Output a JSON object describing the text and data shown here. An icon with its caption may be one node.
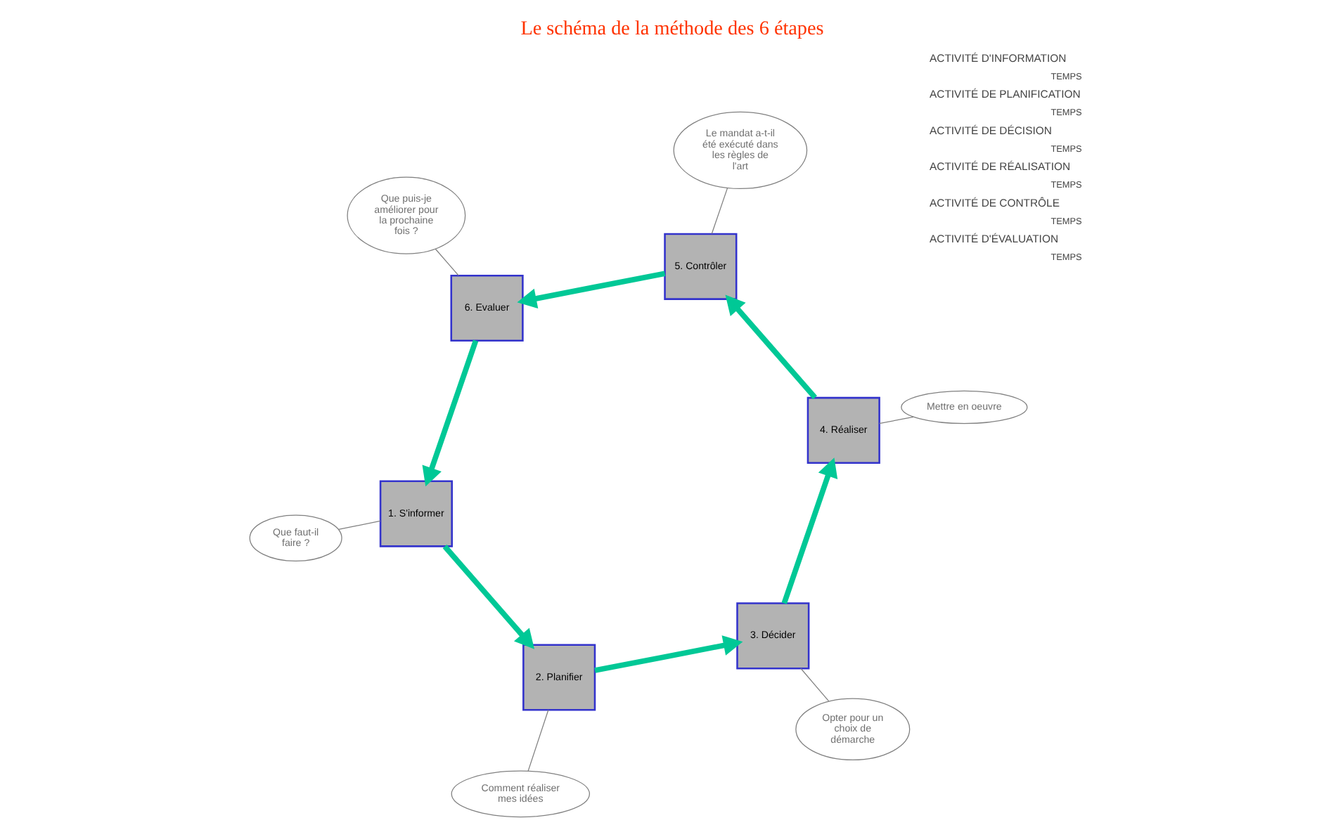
{
  "diagram": {
    "title": "Le schéma de la méthode des 6 étapes",
    "nodes": [
      {
        "text": [
          "1. S'informer"
        ]
      },
      {
        "text": [
          "2. Planifier"
        ]
      },
      {
        "text": [
          "3. Décider"
        ]
      },
      {
        "text": [
          "4. Réaliser"
        ]
      },
      {
        "text": [
          "5. Contrôler"
        ]
      },
      {
        "text": [
          "6. Evaluer"
        ]
      },
      {
        "text": [
          "Que faut-il faire ?"
        ]
      },
      {
        "text": [
          "Comment réaliser mes idées"
        ]
      },
      {
        "text": [
          "Opter pour un choix de démarche"
        ]
      },
      {
        "text": [
          "Mettre en oeuvre"
        ]
      },
      {
        "text": [
          "Le mandat a-t-il été exécuté dans les règles de l'art"
        ]
      },
      {
        "text": [
          "Que puis-je améliorer pour la prochaine fois ?"
        ]
      }
    ],
    "edges": [
      {
        "from": 0,
        "to": 1,
        "arrow": "to",
        "style": "thick",
        "color": "#00c896"
      },
      {
        "from": 1,
        "to": 2,
        "arrow": "to",
        "style": "thick",
        "color": "#00c896"
      },
      {
        "from": 2,
        "to": 3,
        "arrow": "to",
        "style": "thick",
        "color": "#00c896"
      },
      {
        "from": 3,
        "to": 4,
        "arrow": "to",
        "style": "thick",
        "color": "#00c896"
      },
      {
        "from": 4,
        "to": 5,
        "arrow": "to",
        "style": "thick",
        "color": "#00c896"
      },
      {
        "from": 5,
        "to": 0,
        "arrow": "to",
        "style": "thick",
        "color": "#00c896"
      },
      {
        "from": 6,
        "to": 0,
        "arrow": "none",
        "color": "#808080"
      },
      {
        "from": 7,
        "to": 1,
        "arrow": "none",
        "color": "#808080"
      },
      {
        "from": 8,
        "to": 2,
        "arrow": "none",
        "color": "#808080"
      },
      {
        "from": 9,
        "to": 3,
        "arrow": "none",
        "color": "#808080"
      },
      {
        "from": 10,
        "to": 4,
        "arrow": "none",
        "color": "#808080"
      },
      {
        "from": 11,
        "to": 5,
        "arrow": "none",
        "color": "#808080"
      }
    ],
    "labels": [
      "ACTIVITÉ D'INFORMATION",
      "TEMPS",
      "ACTIVITÉ DE PLANIFICATION",
      "TEMPS",
      "ACTIVITÉ DE DÉCISION",
      "TEMPS",
      "ACTIVITÉ DE RÉALISATION",
      "TEMPS",
      "ACTIVITÉ DE CONTRÔLE",
      "TEMPS",
      "ACTIVITÉ D'ÉVALUATION",
      "TEMPS"
    ]
  }
}
